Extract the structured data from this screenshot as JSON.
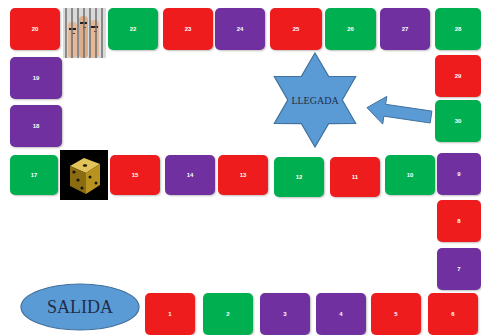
{
  "diagram": {
    "nodes": [
      {
        "text": [
          "SALIDA"
        ]
      },
      {
        "text": [
          "1"
        ]
      },
      {
        "text": [
          "2"
        ]
      },
      {
        "text": [
          "3"
        ]
      },
      {
        "text": [
          "4"
        ]
      },
      {
        "text": [
          "5"
        ]
      },
      {
        "text": [
          "6"
        ]
      },
      {
        "text": [
          "7"
        ]
      },
      {
        "text": [
          "8"
        ]
      },
      {
        "text": [
          "9"
        ]
      },
      {
        "text": [
          "10"
        ]
      },
      {
        "text": [
          "11"
        ]
      },
      {
        "text": [
          "12"
        ]
      },
      {
        "text": [
          "13"
        ]
      },
      {
        "text": [
          "14"
        ]
      },
      {
        "text": [
          "15"
        ]
      },
      {
        "text": [
          "17"
        ]
      },
      {
        "text": [
          "18"
        ]
      },
      {
        "text": [
          "19"
        ]
      },
      {
        "text": [
          "20"
        ]
      },
      {
        "text": [
          "22"
        ]
      },
      {
        "text": [
          "23"
        ]
      },
      {
        "text": [
          "24"
        ]
      },
      {
        "text": [
          "25"
        ]
      },
      {
        "text": [
          "26"
        ]
      },
      {
        "text": [
          "27"
        ]
      },
      {
        "text": [
          "28"
        ]
      },
      {
        "text": [
          "29"
        ]
      },
      {
        "text": [
          "30"
        ]
      },
      {
        "text": [
          "LLEGADA"
        ]
      }
    ],
    "edges": [
      {
        "from": 28,
        "to": 29,
        "arrow": "to"
      }
    ]
  }
}
